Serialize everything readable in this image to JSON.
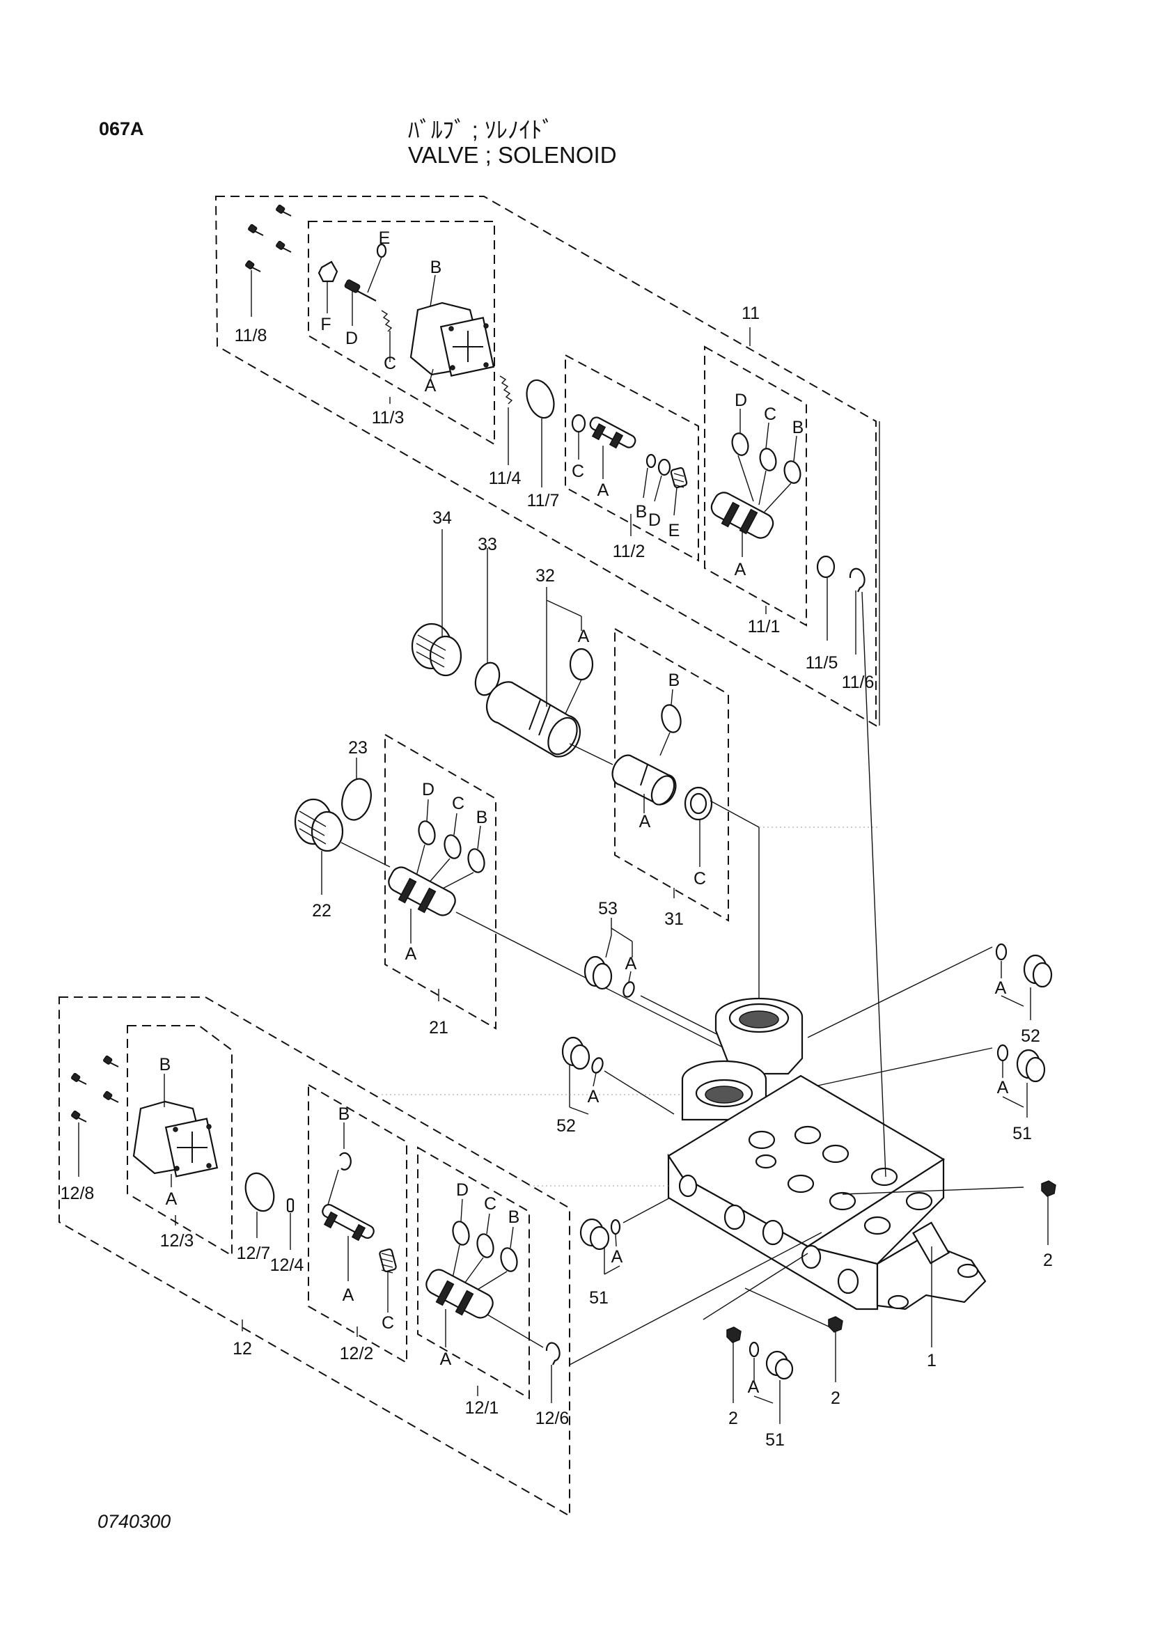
{
  "header": {
    "code": "067A",
    "title_jp": "ﾊﾞﾙﾌﾞ ; ｿﾚﾉｲﾄﾞ",
    "title_en": "VALVE ; SOLENOID"
  },
  "footer": {
    "figure_number": "0740300"
  },
  "callouts": {
    "p1": "1",
    "p2": "2",
    "p11": "11",
    "p11_1": "11/1",
    "p11_2": "11/2",
    "p11_3": "11/3",
    "p11_4": "11/4",
    "p11_5": "11/5",
    "p11_6": "11/6",
    "p11_7": "11/7",
    "p11_8": "11/8",
    "p12": "12",
    "p12_1": "12/1",
    "p12_2": "12/2",
    "p12_3": "12/3",
    "p12_4": "12/4",
    "p12_6": "12/6",
    "p12_7": "12/7",
    "p12_8": "12/8",
    "p21": "21",
    "p22": "22",
    "p23": "23",
    "p31": "31",
    "p32": "32",
    "p33": "33",
    "p34": "34",
    "p51": "51",
    "p52": "52",
    "p53": "53"
  },
  "letters": {
    "A": "A",
    "B": "B",
    "C": "C",
    "D": "D",
    "E": "E",
    "F": "F"
  }
}
